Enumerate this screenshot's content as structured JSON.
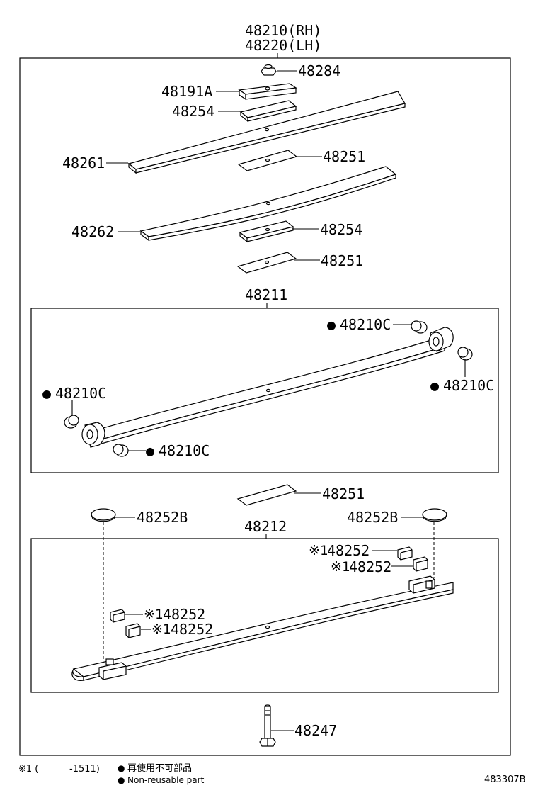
{
  "header": {
    "assembly_rh": "48210(RH)",
    "assembly_lh": "48220(LH)"
  },
  "parts": {
    "p48284": "48284",
    "p48191A": "48191A",
    "p48254_top": "48254",
    "p48261": "48261",
    "p48251_a": "48251",
    "p48262": "48262",
    "p48254_b": "48254",
    "p48251_b": "48251",
    "p48211": "48211",
    "p48210C_tr": "48210C",
    "p48210C_r": "48210C",
    "p48210C_l": "48210C",
    "p48210C_b": "48210C",
    "p48251_c": "48251",
    "p48252B_l": "48252B",
    "p48252B_r": "48252B",
    "p48212": "48212",
    "p48252_r1": "48252",
    "p48252_r2": "48252",
    "p48252_l1": "48252",
    "p48252_l2": "48252",
    "p48247": "48247"
  },
  "marks": {
    "ref1": "※1",
    "bullet": "●"
  },
  "footer": {
    "note_ref": "※1 (",
    "note_range": "-1511)",
    "legend_jp": "再使用不可部品",
    "legend_en": "Non-reusable part",
    "diagram_code": "483307B"
  }
}
